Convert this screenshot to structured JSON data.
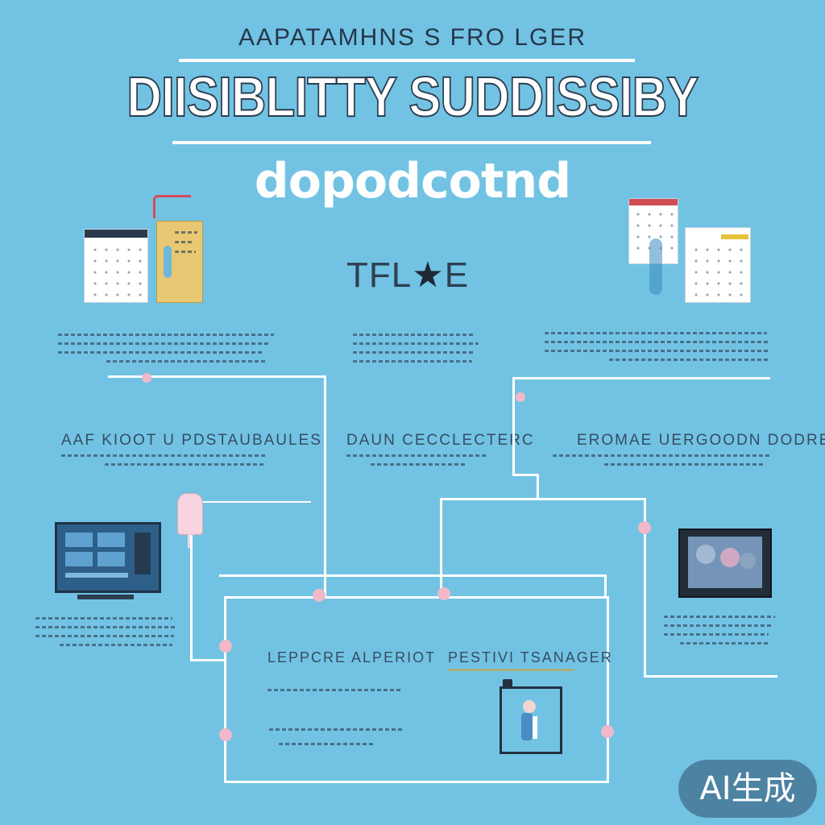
{
  "header": {
    "supertitle": "AAPATAMHNS S FRO LGER",
    "title": "DIISIBLITTY SUDDISSIBY",
    "subtitle": "dopodcotnd"
  },
  "center_label": "TFL",
  "center_label_suffix": "E",
  "columns": {
    "left_heading": "AAF KIOOT U PDSTAUBAULES",
    "middle_heading": "DAUN CECCLECTERC",
    "right_heading": "EROMAE UERGOODN DODRE"
  },
  "panel": {
    "left_heading": "LEPPCRE ALPERIOT",
    "right_heading": "PESTIVI TSANAGER"
  },
  "icons": {
    "calendar": "calendar-icon",
    "notepad": "notepad-icon",
    "document": "document-icon",
    "star": "star-icon",
    "monitor": "monitor-icon",
    "tablet": "tablet-icon",
    "glove": "hand-icon",
    "figure": "figure-card-icon"
  },
  "colors": {
    "background": "#72c3e3",
    "connector": "#ffffff",
    "node": "#f0b8c8",
    "text": "#2b3e50"
  },
  "watermark": "AI生成"
}
